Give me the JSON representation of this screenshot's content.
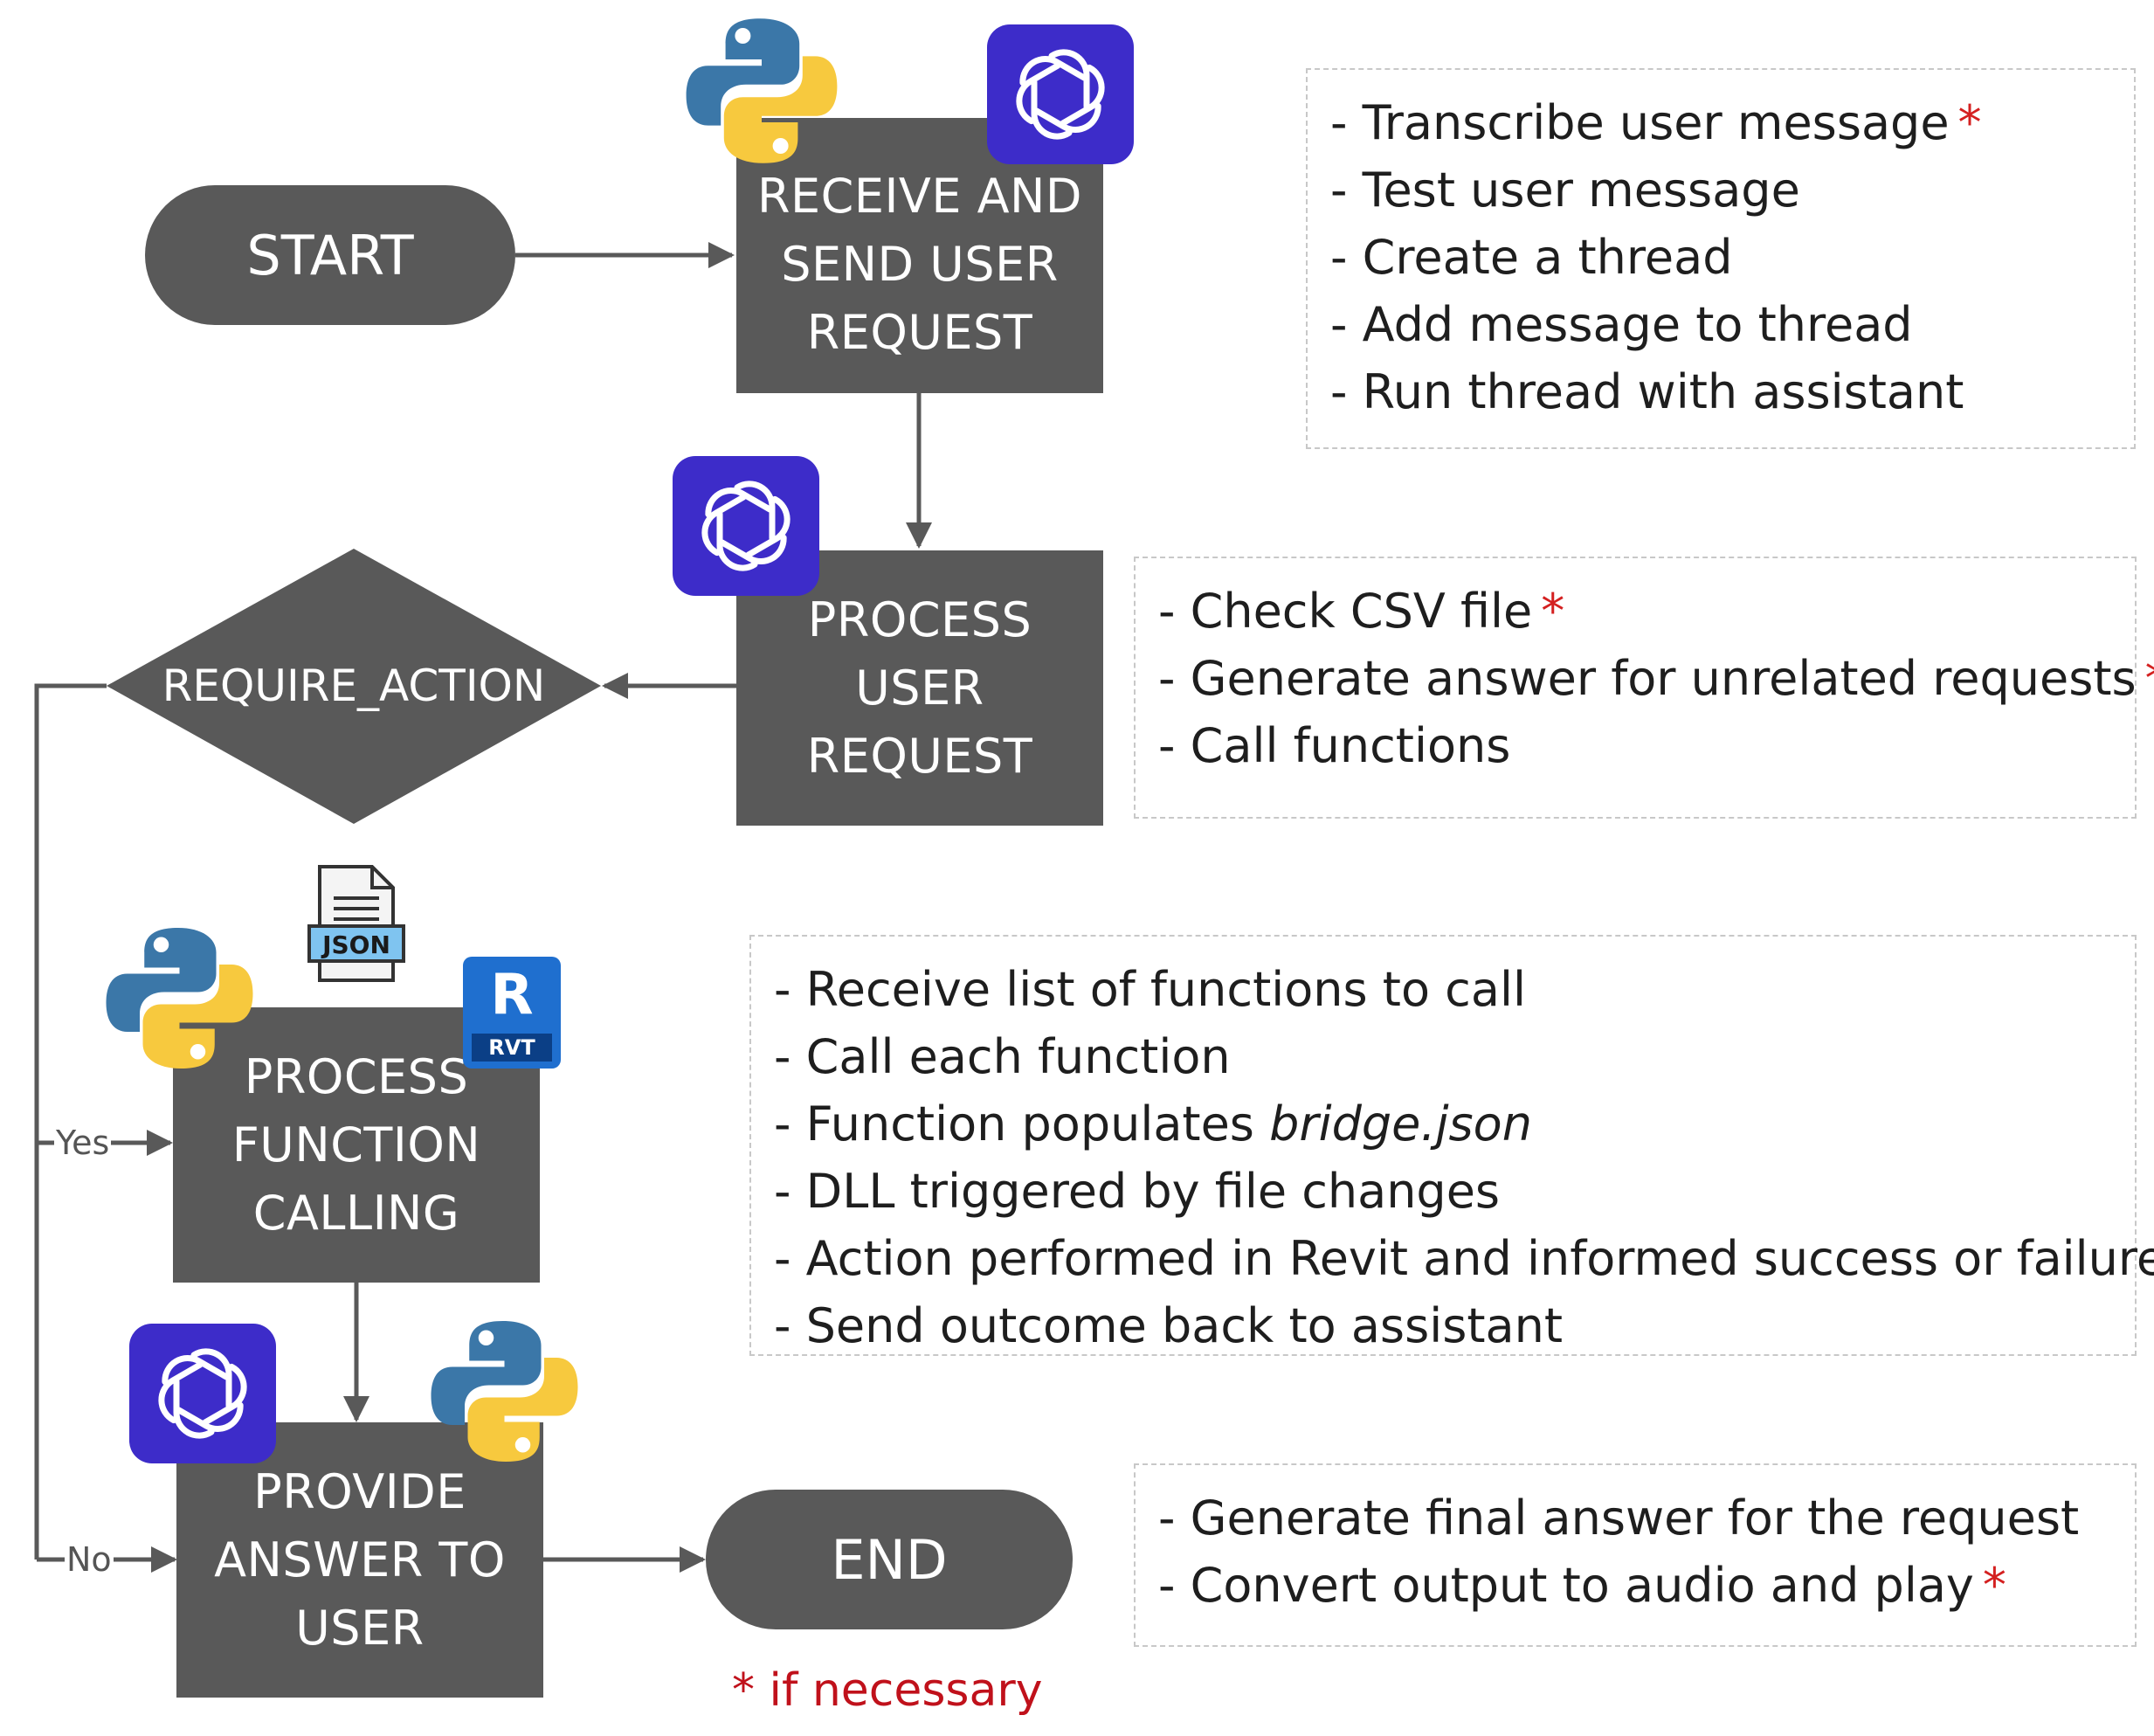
{
  "nodes": {
    "start": "START",
    "receive": [
      "RECEIVE AND",
      "SEND USER",
      "REQUEST"
    ],
    "process_user": [
      "PROCESS USER",
      "REQUEST"
    ],
    "require_action": "REQUIRE_ACTION",
    "process_function": [
      "PROCESS",
      "FUNCTION",
      "CALLING"
    ],
    "provide_answer": [
      "PROVIDE",
      "ANSWER TO",
      "USER"
    ],
    "end": "END"
  },
  "edges": {
    "yes_label": "Yes",
    "no_label": "No"
  },
  "notes": {
    "receive": [
      {
        "text": "- Transcribe user message",
        "marked": true
      },
      {
        "text": "- Test user message",
        "marked": false
      },
      {
        "text": "- Create a thread",
        "marked": false
      },
      {
        "text": "- Add message to thread",
        "marked": false
      },
      {
        "text": "- Run thread with assistant",
        "marked": false
      }
    ],
    "process_user": [
      {
        "text": "- Check CSV file",
        "marked": true
      },
      {
        "text": "- Generate answer for unrelated requests",
        "marked": true
      },
      {
        "text": "- Call functions",
        "marked": false
      }
    ],
    "function_calling": {
      "line1": "- Receive list of functions to call",
      "line2": "- Call each function",
      "line3_prefix": "- Function populates ",
      "line3_italic": "bridge.json",
      "line4": "- DLL triggered by file changes",
      "line5": "- Action performed in Revit and informed success or failure",
      "line6": "- Send outcome back to assistant"
    },
    "answer": [
      {
        "text": "- Generate final answer for the request",
        "marked": false
      },
      {
        "text": "- Convert output to audio and play",
        "marked": true
      }
    ]
  },
  "mark_symbol": "*",
  "footnote": "* if necessary",
  "icons": {
    "json_badge": "JSON",
    "rvt_letter": "R",
    "rvt_badge": "RVT",
    "names": [
      "python-icon",
      "openai-icon",
      "json-file-icon",
      "revit-icon"
    ]
  },
  "colors": {
    "node_fill": "#595959",
    "arrow": "#595959",
    "openai_bg": "#3d2cc9",
    "python_blue": "#3b77a8",
    "python_yellow": "#f7c93e",
    "star_red": "#d42020"
  }
}
